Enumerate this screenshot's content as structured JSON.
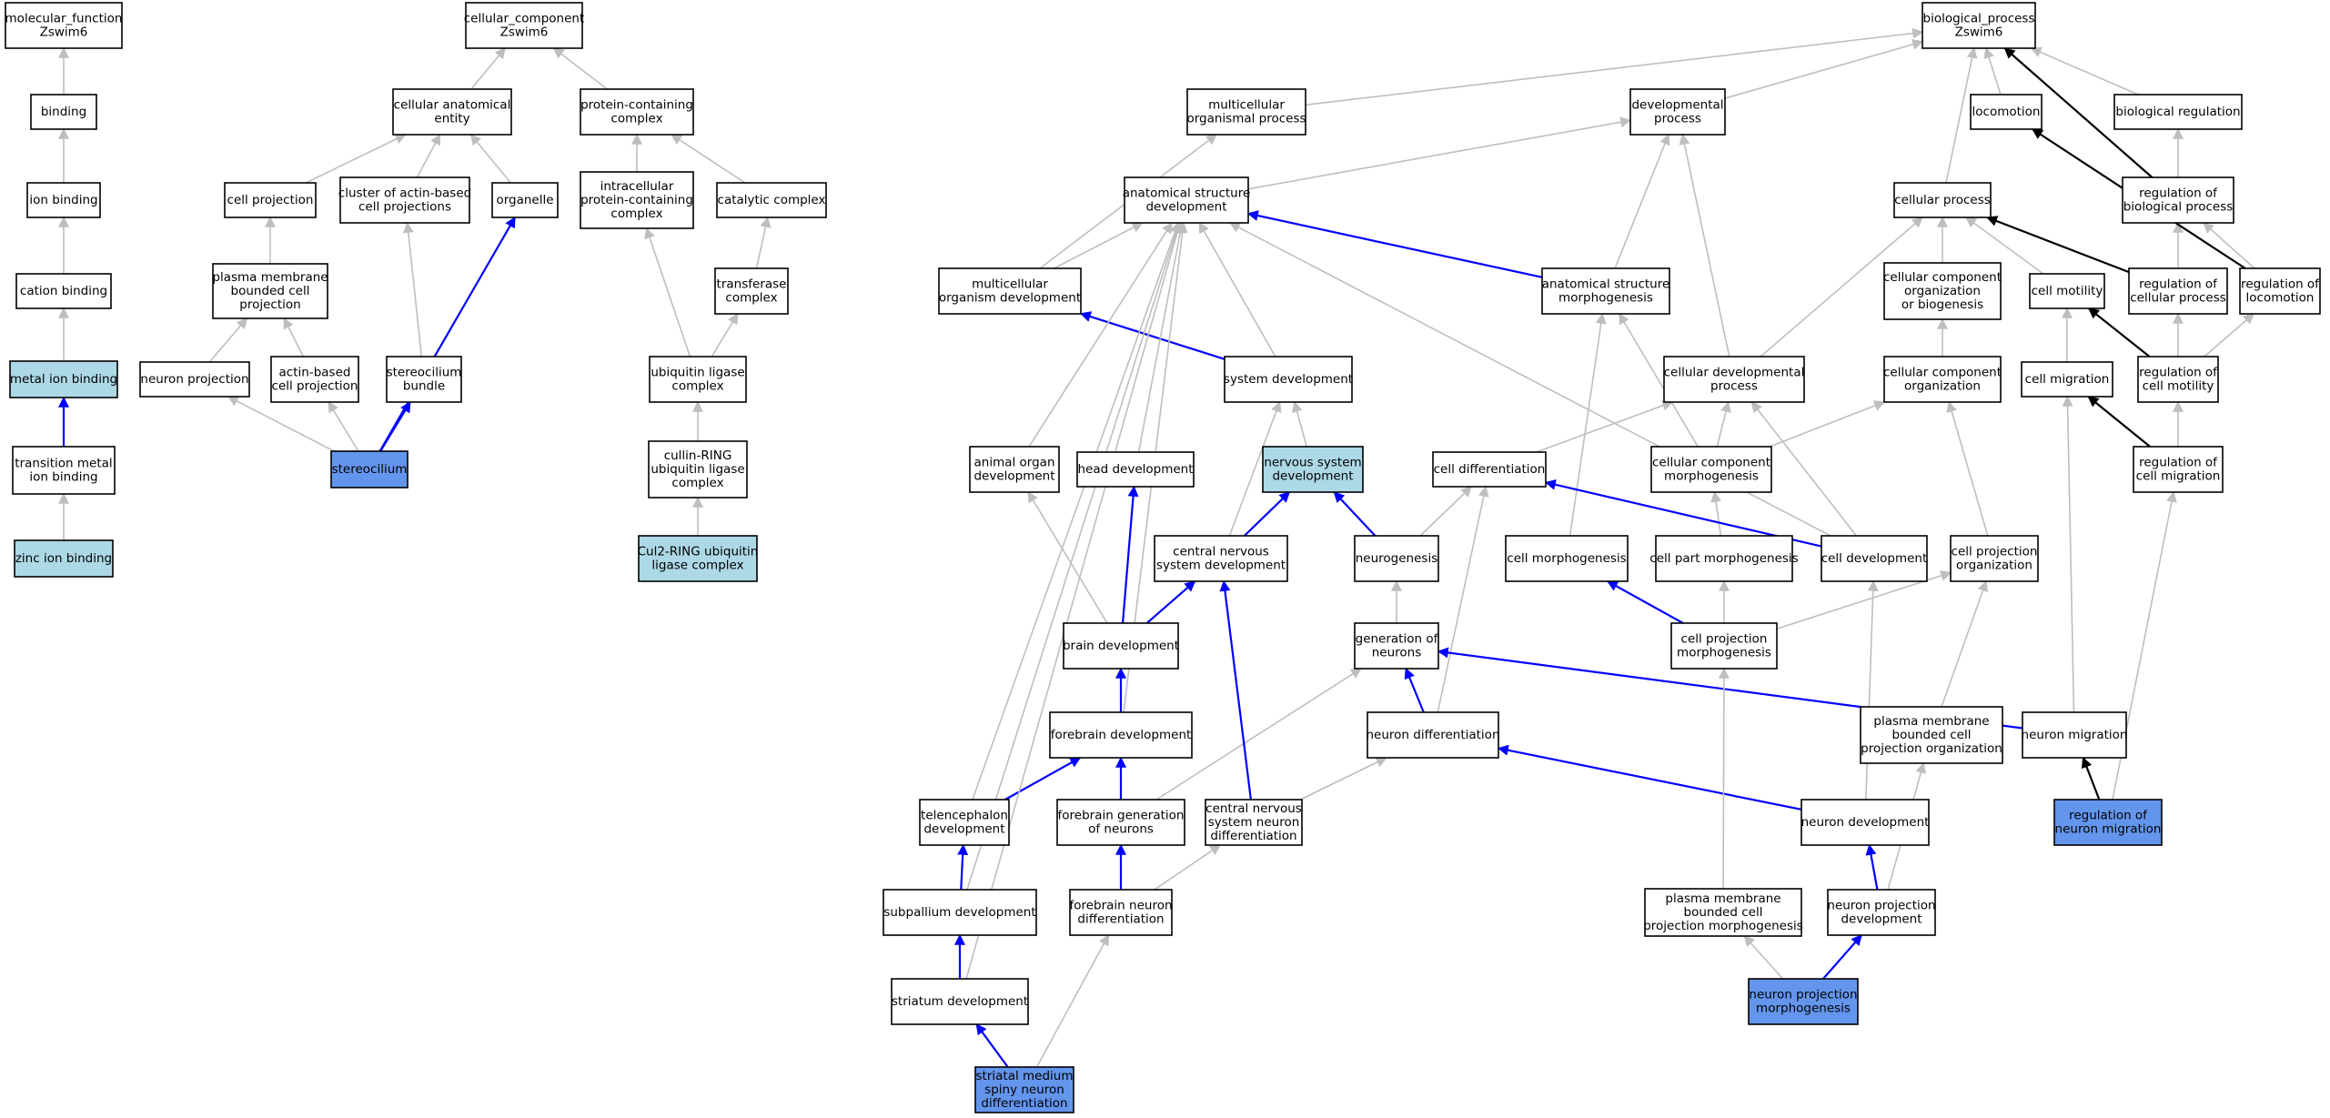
{
  "colors": {
    "plain_fill": "#ffffff",
    "light_fill": "#add8e6",
    "dark_fill": "#6495ed",
    "gray_edge": "#bebebe",
    "blue_edge": "#0000ff",
    "black_edge": "#000000"
  },
  "nodes": [
    {
      "id": "mf",
      "lines": [
        "molecular_function",
        "Zswim6"
      ],
      "style": "plain"
    },
    {
      "id": "binding",
      "lines": [
        "binding"
      ],
      "style": "plain"
    },
    {
      "id": "ionb",
      "lines": [
        "ion binding"
      ],
      "style": "plain"
    },
    {
      "id": "cationb",
      "lines": [
        "cation binding"
      ],
      "style": "plain"
    },
    {
      "id": "metalb",
      "lines": [
        "metal ion binding"
      ],
      "style": "light"
    },
    {
      "id": "tmetalb",
      "lines": [
        "transition metal",
        "ion binding"
      ],
      "style": "plain"
    },
    {
      "id": "zincb",
      "lines": [
        "zinc ion binding"
      ],
      "style": "light"
    },
    {
      "id": "cc",
      "lines": [
        "cellular_component",
        "Zswim6"
      ],
      "style": "plain"
    },
    {
      "id": "cae",
      "lines": [
        "cellular anatomical",
        "entity"
      ],
      "style": "plain"
    },
    {
      "id": "pcc",
      "lines": [
        "protein-containing",
        "complex"
      ],
      "style": "plain"
    },
    {
      "id": "cproj",
      "lines": [
        "cell projection"
      ],
      "style": "plain"
    },
    {
      "id": "cluster",
      "lines": [
        "cluster of actin-based",
        "cell projections"
      ],
      "style": "plain"
    },
    {
      "id": "organelle",
      "lines": [
        "organelle"
      ],
      "style": "plain"
    },
    {
      "id": "ipcc",
      "lines": [
        "intracellular",
        "protein-containing",
        "complex"
      ],
      "style": "plain"
    },
    {
      "id": "catal",
      "lines": [
        "catalytic complex"
      ],
      "style": "plain"
    },
    {
      "id": "pmbcp",
      "lines": [
        "plasma membrane",
        "bounded cell",
        "projection"
      ],
      "style": "plain"
    },
    {
      "id": "transf",
      "lines": [
        "transferase",
        "complex"
      ],
      "style": "plain"
    },
    {
      "id": "nproj",
      "lines": [
        "neuron projection"
      ],
      "style": "plain"
    },
    {
      "id": "actinproj",
      "lines": [
        "actin-based",
        "cell projection"
      ],
      "style": "plain"
    },
    {
      "id": "sbundle",
      "lines": [
        "stereocilium",
        "bundle"
      ],
      "style": "plain"
    },
    {
      "id": "ubiq",
      "lines": [
        "ubiquitin ligase",
        "complex"
      ],
      "style": "plain"
    },
    {
      "id": "stereocilium",
      "lines": [
        "stereocilium"
      ],
      "style": "dark"
    },
    {
      "id": "cullin",
      "lines": [
        "cullin-RING",
        "ubiquitin ligase",
        "complex"
      ],
      "style": "plain"
    },
    {
      "id": "cul2",
      "lines": [
        "Cul2-RING ubiquitin",
        "ligase complex"
      ],
      "style": "light"
    },
    {
      "id": "bp",
      "lines": [
        "biological_process",
        "Zswim6"
      ],
      "style": "plain"
    },
    {
      "id": "mop",
      "lines": [
        "multicellular",
        "organismal process"
      ],
      "style": "plain"
    },
    {
      "id": "devp",
      "lines": [
        "developmental",
        "process"
      ],
      "style": "plain"
    },
    {
      "id": "loco",
      "lines": [
        "locomotion"
      ],
      "style": "plain"
    },
    {
      "id": "breg",
      "lines": [
        "biological regulation"
      ],
      "style": "plain"
    },
    {
      "id": "asd",
      "lines": [
        "anatomical structure",
        "development"
      ],
      "style": "plain"
    },
    {
      "id": "cellp",
      "lines": [
        "cellular process"
      ],
      "style": "plain"
    },
    {
      "id": "regbp",
      "lines": [
        "regulation of",
        "biological process"
      ],
      "style": "plain"
    },
    {
      "id": "mod",
      "lines": [
        "multicellular",
        "organism development"
      ],
      "style": "plain"
    },
    {
      "id": "asm",
      "lines": [
        "anatomical structure",
        "morphogenesis"
      ],
      "style": "plain"
    },
    {
      "id": "ccob",
      "lines": [
        "cellular component",
        "organization",
        "or biogenesis"
      ],
      "style": "plain"
    },
    {
      "id": "cmot",
      "lines": [
        "cell motility"
      ],
      "style": "plain"
    },
    {
      "id": "regcp",
      "lines": [
        "regulation of",
        "cellular process"
      ],
      "style": "plain"
    },
    {
      "id": "regloc",
      "lines": [
        "regulation of",
        "locomotion"
      ],
      "style": "plain"
    },
    {
      "id": "sysdev",
      "lines": [
        "system development"
      ],
      "style": "plain"
    },
    {
      "id": "cdp",
      "lines": [
        "cellular developmental",
        "process"
      ],
      "style": "plain"
    },
    {
      "id": "cco",
      "lines": [
        "cellular component",
        "organization"
      ],
      "style": "plain"
    },
    {
      "id": "cmig",
      "lines": [
        "cell migration"
      ],
      "style": "plain"
    },
    {
      "id": "regcmot",
      "lines": [
        "regulation of",
        "cell motility"
      ],
      "style": "plain"
    },
    {
      "id": "aod",
      "lines": [
        "animal organ",
        "development"
      ],
      "style": "plain"
    },
    {
      "id": "hd",
      "lines": [
        "head development"
      ],
      "style": "plain"
    },
    {
      "id": "nsd",
      "lines": [
        "nervous system",
        "development"
      ],
      "style": "light"
    },
    {
      "id": "cdiff",
      "lines": [
        "cell differentiation"
      ],
      "style": "plain"
    },
    {
      "id": "ccm",
      "lines": [
        "cellular component",
        "morphogenesis"
      ],
      "style": "plain"
    },
    {
      "id": "regcmig",
      "lines": [
        "regulation of",
        "cell migration"
      ],
      "style": "plain"
    },
    {
      "id": "cnsd",
      "lines": [
        "central nervous",
        "system development"
      ],
      "style": "plain"
    },
    {
      "id": "neurog",
      "lines": [
        "neurogenesis"
      ],
      "style": "plain"
    },
    {
      "id": "cmorph",
      "lines": [
        "cell morphogenesis"
      ],
      "style": "plain"
    },
    {
      "id": "cpmorph",
      "lines": [
        "cell part morphogenesis"
      ],
      "style": "plain"
    },
    {
      "id": "cdev",
      "lines": [
        "cell development"
      ],
      "style": "plain"
    },
    {
      "id": "cpo",
      "lines": [
        "cell projection",
        "organization"
      ],
      "style": "plain"
    },
    {
      "id": "braind",
      "lines": [
        "brain development"
      ],
      "style": "plain"
    },
    {
      "id": "gon",
      "lines": [
        "generation of",
        "neurons"
      ],
      "style": "plain"
    },
    {
      "id": "cpm",
      "lines": [
        "cell projection",
        "morphogenesis"
      ],
      "style": "plain"
    },
    {
      "id": "fbd",
      "lines": [
        "forebrain development"
      ],
      "style": "plain"
    },
    {
      "id": "ndiff",
      "lines": [
        "neuron differentiation"
      ],
      "style": "plain"
    },
    {
      "id": "pmbcpo",
      "lines": [
        "plasma membrane",
        "bounded cell",
        "projection organization"
      ],
      "style": "plain"
    },
    {
      "id": "nmig",
      "lines": [
        "neuron migration"
      ],
      "style": "plain"
    },
    {
      "id": "teld",
      "lines": [
        "telencephalon",
        "development"
      ],
      "style": "plain"
    },
    {
      "id": "fbgon",
      "lines": [
        "forebrain generation",
        "of neurons"
      ],
      "style": "plain"
    },
    {
      "id": "cnsnd",
      "lines": [
        "central nervous",
        "system neuron",
        "differentiation"
      ],
      "style": "plain"
    },
    {
      "id": "ndev",
      "lines": [
        "neuron development"
      ],
      "style": "plain"
    },
    {
      "id": "regnmig",
      "lines": [
        "regulation of",
        "neuron migration"
      ],
      "style": "dark"
    },
    {
      "id": "subd",
      "lines": [
        "subpallium development"
      ],
      "style": "plain"
    },
    {
      "id": "fbnd",
      "lines": [
        "forebrain neuron",
        "differentiation"
      ],
      "style": "plain"
    },
    {
      "id": "pmbcpm",
      "lines": [
        "plasma membrane",
        "bounded cell",
        "projection morphogenesis"
      ],
      "style": "plain"
    },
    {
      "id": "npd",
      "lines": [
        "neuron projection",
        "development"
      ],
      "style": "plain"
    },
    {
      "id": "strd",
      "lines": [
        "striatum development"
      ],
      "style": "plain"
    },
    {
      "id": "npm",
      "lines": [
        "neuron projection",
        "morphogenesis"
      ],
      "style": "dark"
    },
    {
      "id": "smsnd",
      "lines": [
        "striatal medium",
        "spiny neuron",
        "differentiation"
      ],
      "style": "dark"
    }
  ],
  "edges": [
    [
      "binding",
      "mf",
      "gray"
    ],
    [
      "ionb",
      "binding",
      "gray"
    ],
    [
      "cationb",
      "ionb",
      "gray"
    ],
    [
      "metalb",
      "cationb",
      "gray"
    ],
    [
      "tmetalb",
      "metalb",
      "blue"
    ],
    [
      "zincb",
      "tmetalb",
      "gray"
    ],
    [
      "cae",
      "cc",
      "gray"
    ],
    [
      "pcc",
      "cc",
      "gray"
    ],
    [
      "cproj",
      "cae",
      "gray"
    ],
    [
      "cluster",
      "cae",
      "gray"
    ],
    [
      "organelle",
      "cae",
      "gray"
    ],
    [
      "ipcc",
      "pcc",
      "gray"
    ],
    [
      "catal",
      "pcc",
      "gray"
    ],
    [
      "pmbcp",
      "cproj",
      "gray"
    ],
    [
      "transf",
      "catal",
      "gray"
    ],
    [
      "nproj",
      "pmbcp",
      "gray"
    ],
    [
      "actinproj",
      "pmbcp",
      "gray"
    ],
    [
      "sbundle",
      "cluster",
      "gray"
    ],
    [
      "ubiq",
      "ipcc",
      "gray"
    ],
    [
      "ubiq",
      "transf",
      "gray"
    ],
    [
      "cullin",
      "ubiq",
      "gray"
    ],
    [
      "cul2",
      "cullin",
      "gray"
    ],
    [
      "stereocilium",
      "nproj",
      "gray"
    ],
    [
      "stereocilium",
      "actinproj",
      "gray"
    ],
    [
      "stereocilium",
      "sbundle",
      "blue"
    ],
    [
      "stereocilium",
      "organelle",
      "blue"
    ],
    [
      "mop",
      "bp",
      "gray"
    ],
    [
      "devp",
      "bp",
      "gray"
    ],
    [
      "loco",
      "bp",
      "gray"
    ],
    [
      "breg",
      "bp",
      "gray"
    ],
    [
      "cellp",
      "bp",
      "gray"
    ],
    [
      "regbp",
      "bp",
      "black"
    ],
    [
      "regbp",
      "breg",
      "gray"
    ],
    [
      "asd",
      "devp",
      "gray"
    ],
    [
      "mod",
      "mop",
      "gray"
    ],
    [
      "mod",
      "asd",
      "gray"
    ],
    [
      "asm",
      "asd",
      "blue"
    ],
    [
      "asm",
      "devp",
      "gray"
    ],
    [
      "ccob",
      "cellp",
      "gray"
    ],
    [
      "cmot",
      "cellp",
      "gray"
    ],
    [
      "regcp",
      "cellp",
      "black"
    ],
    [
      "regcp",
      "regbp",
      "gray"
    ],
    [
      "regloc",
      "loco",
      "black"
    ],
    [
      "regloc",
      "regbp",
      "gray"
    ],
    [
      "sysdev",
      "asd",
      "gray"
    ],
    [
      "sysdev",
      "mod",
      "blue"
    ],
    [
      "cdp",
      "devp",
      "gray"
    ],
    [
      "cdp",
      "cellp",
      "gray"
    ],
    [
      "cco",
      "ccob",
      "gray"
    ],
    [
      "cmig",
      "cmot",
      "gray"
    ],
    [
      "regcmot",
      "cmot",
      "black"
    ],
    [
      "regcmot",
      "regcp",
      "gray"
    ],
    [
      "regcmot",
      "regloc",
      "gray"
    ],
    [
      "aod",
      "asd",
      "gray"
    ],
    [
      "hd",
      "asd",
      "gray"
    ],
    [
      "nsd",
      "sysdev",
      "gray"
    ],
    [
      "cdiff",
      "cdp",
      "gray"
    ],
    [
      "ccm",
      "cdp",
      "gray"
    ],
    [
      "ccm",
      "asm",
      "gray"
    ],
    [
      "ccm",
      "cco",
      "gray"
    ],
    [
      "regcmig",
      "cmig",
      "black"
    ],
    [
      "regcmig",
      "regcmot",
      "gray"
    ],
    [
      "cnsd",
      "nsd",
      "blue"
    ],
    [
      "cnsd",
      "sysdev",
      "gray"
    ],
    [
      "neurog",
      "nsd",
      "blue"
    ],
    [
      "neurog",
      "cdiff",
      "gray"
    ],
    [
      "cmorph",
      "asm",
      "gray"
    ],
    [
      "cpmorph",
      "ccm",
      "gray"
    ],
    [
      "cdev",
      "cdiff",
      "blue"
    ],
    [
      "cdev",
      "cdp",
      "gray"
    ],
    [
      "cdev",
      "asd",
      "gray"
    ],
    [
      "cpo",
      "cco",
      "gray"
    ],
    [
      "braind",
      "hd",
      "blue"
    ],
    [
      "braind",
      "cnsd",
      "blue"
    ],
    [
      "braind",
      "aod",
      "gray"
    ],
    [
      "gon",
      "neurog",
      "gray"
    ],
    [
      "cpm",
      "cmorph",
      "blue"
    ],
    [
      "cpm",
      "cpmorph",
      "gray"
    ],
    [
      "cpm",
      "cpo",
      "gray"
    ],
    [
      "fbd",
      "braind",
      "blue"
    ],
    [
      "fbd",
      "asd",
      "gray"
    ],
    [
      "ndiff",
      "gon",
      "blue"
    ],
    [
      "ndiff",
      "cdiff",
      "gray"
    ],
    [
      "pmbcpo",
      "cpo",
      "gray"
    ],
    [
      "nmig",
      "gon",
      "blue"
    ],
    [
      "nmig",
      "cmig",
      "gray"
    ],
    [
      "teld",
      "fbd",
      "blue"
    ],
    [
      "teld",
      "asd",
      "gray"
    ],
    [
      "fbgon",
      "fbd",
      "blue"
    ],
    [
      "fbgon",
      "gon",
      "gray"
    ],
    [
      "cnsnd",
      "cnsd",
      "blue"
    ],
    [
      "cnsnd",
      "ndiff",
      "gray"
    ],
    [
      "ndev",
      "ndiff",
      "blue"
    ],
    [
      "ndev",
      "cdev",
      "gray"
    ],
    [
      "regnmig",
      "nmig",
      "black"
    ],
    [
      "regnmig",
      "regcmig",
      "gray"
    ],
    [
      "subd",
      "teld",
      "blue"
    ],
    [
      "subd",
      "asd",
      "gray"
    ],
    [
      "fbnd",
      "fbgon",
      "blue"
    ],
    [
      "fbnd",
      "cnsnd",
      "gray"
    ],
    [
      "pmbcpm",
      "cpm",
      "gray"
    ],
    [
      "npd",
      "ndev",
      "blue"
    ],
    [
      "npd",
      "pmbcpo",
      "gray"
    ],
    [
      "strd",
      "subd",
      "blue"
    ],
    [
      "strd",
      "asd",
      "gray"
    ],
    [
      "npm",
      "npd",
      "blue"
    ],
    [
      "npm",
      "pmbcpm",
      "gray"
    ],
    [
      "smsnd",
      "strd",
      "blue"
    ],
    [
      "smsnd",
      "fbnd",
      "gray"
    ]
  ]
}
